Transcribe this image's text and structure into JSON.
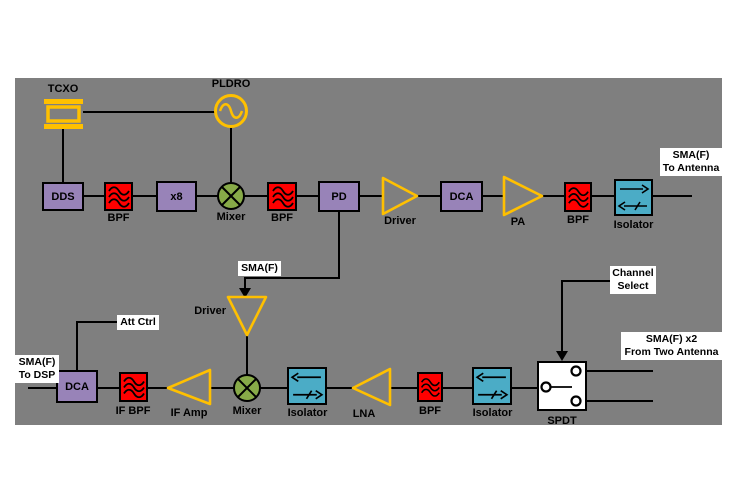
{
  "diagram": {
    "description": "RF transceiver block diagram",
    "colors": {
      "canvas_gray": "#7f7f7f",
      "block_purple": "#9883b8",
      "filter_red": "#ff0000",
      "isolator_blue": "#4bacc6",
      "mixer_green": "#87aa48",
      "oscillator_yellow": "#ffc000",
      "wire_black": "#000000",
      "callout_white": "#ffffff"
    },
    "blocks": {
      "tcxo": {
        "label": "TCXO"
      },
      "pldro": {
        "label": "PLDRO"
      },
      "dds": {
        "label": "DDS"
      },
      "bpf1": {
        "label": "BPF"
      },
      "x8": {
        "label": "x8"
      },
      "mixer1": {
        "label": "Mixer"
      },
      "bpf2": {
        "label": "BPF"
      },
      "pd": {
        "label": "PD"
      },
      "driver1": {
        "label": "Driver"
      },
      "dca1": {
        "label": "DCA"
      },
      "pa": {
        "label": "PA"
      },
      "bpf3": {
        "label": "BPF"
      },
      "isolator1": {
        "label": "Isolator"
      },
      "driver2": {
        "label": "Driver"
      },
      "mixer2": {
        "label": "Mixer"
      },
      "dca2": {
        "label": "DCA"
      },
      "if_bpf": {
        "label": "IF BPF"
      },
      "if_amp": {
        "label": "IF Amp"
      },
      "isolator2": {
        "label": "Isolator"
      },
      "lna": {
        "label": "LNA"
      },
      "bpf4": {
        "label": "BPF"
      },
      "isolator3": {
        "label": "Isolator"
      },
      "spdt": {
        "label": "SPDT"
      }
    },
    "annotations": {
      "to_antenna": {
        "line1": "SMA(F)",
        "line2": "To Antenna"
      },
      "sma_mid": {
        "text": "SMA(F)"
      },
      "att_ctrl": {
        "text": "Att Ctrl"
      },
      "to_dsp": {
        "line1": "SMA(F)",
        "line2": "To DSP"
      },
      "channel_select": {
        "line1": "Channel",
        "line2": "Select"
      },
      "from_antenna": {
        "line1": "SMA(F) x2",
        "line2": "From Two Antenna"
      }
    }
  }
}
